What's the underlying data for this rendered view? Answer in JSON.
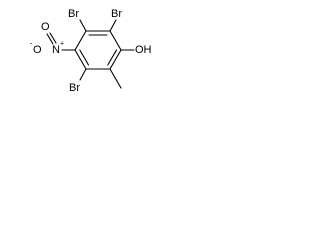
{
  "molecule": {
    "atoms": {
      "br_upper_left": "Br",
      "br_upper_right": "Br",
      "br_lower": "Br",
      "hydroxyl": "OH",
      "nitro_nitrogen": "N",
      "nitro_oxygen_upper": "O",
      "nitro_oxygen_left": "O",
      "nitrogen_charge": "+",
      "oxygen_charge": "-"
    }
  }
}
